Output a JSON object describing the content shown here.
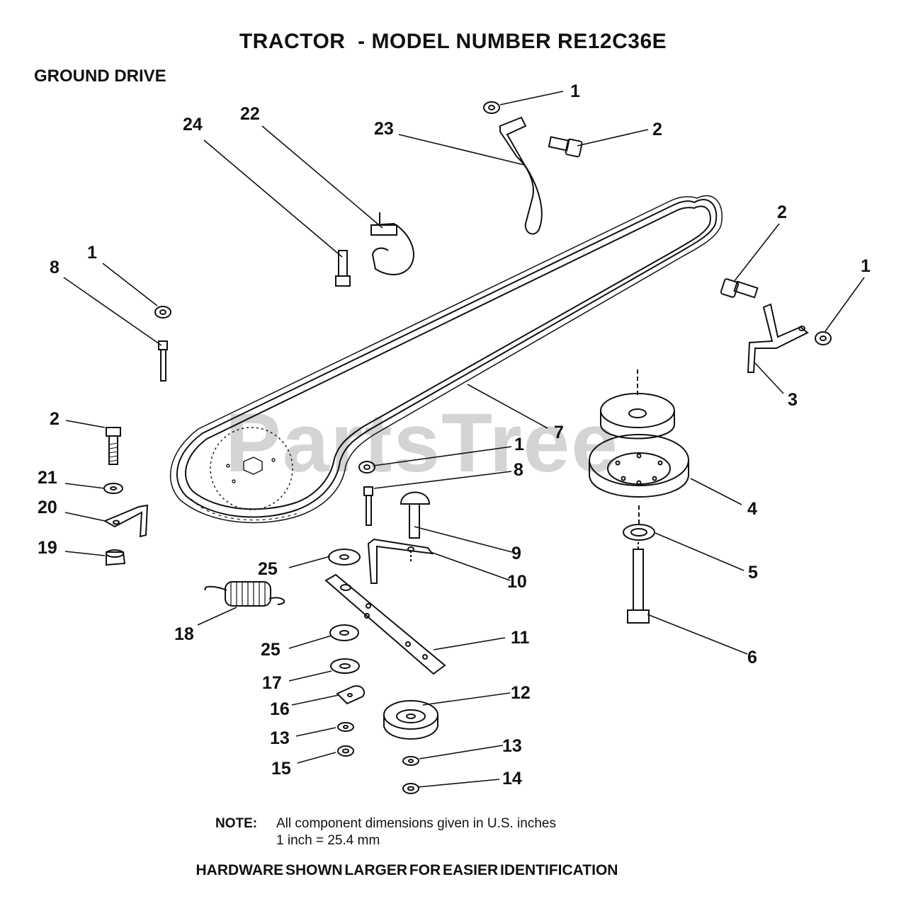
{
  "title": "TRACTOR  - MODEL NUMBER RE12C36E",
  "section": "GROUND DRIVE",
  "watermark": "PartsTree",
  "note": {
    "label": "NOTE:",
    "line1": "All component dimensions given in U.S. inches",
    "line2": "1 inch = 25.4 mm"
  },
  "hardware_note": "HARDWARE SHOWN LARGER FOR EASIER IDENTIFICATION",
  "callouts": {
    "c1_top": "1",
    "c2_top": "2",
    "c23": "23",
    "c22": "22",
    "c24": "24",
    "c2_right": "2",
    "c1_right": "1",
    "c1_left": "1",
    "c8_left": "8",
    "c3": "3",
    "c7": "7",
    "c2_left": "2",
    "c1_mid": "1",
    "c8_mid": "8",
    "c4": "4",
    "c21": "21",
    "c20": "20",
    "c9": "9",
    "c19": "19",
    "c5": "5",
    "c25_a": "25",
    "c10": "10",
    "c18": "18",
    "c11": "11",
    "c6": "6",
    "c25_b": "25",
    "c17": "17",
    "c12": "12",
    "c16": "16",
    "c13_left": "13",
    "c13_right": "13",
    "c15": "15",
    "c14": "14"
  }
}
